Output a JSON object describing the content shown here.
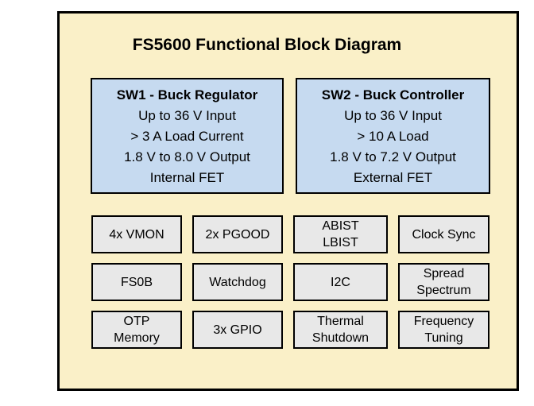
{
  "diagram": {
    "title": "FS5600 Functional Block Diagram",
    "colors": {
      "page_background": "#FFFFFF",
      "panel_fill": "#FAF0C8",
      "regulator_fill": "#C6DAF0",
      "feature_fill": "#E8E8E8",
      "border": "#000000",
      "text": "#000000"
    },
    "regulators": [
      {
        "title": "SW1 - Buck Regulator",
        "lines": [
          "Up to 36 V Input",
          "> 3 A Load Current",
          "1.8 V to 8.0 V Output",
          "Internal FET"
        ]
      },
      {
        "title": "SW2 - Buck Controller",
        "lines": [
          "Up to 36 V Input",
          "> 10 A Load",
          "1.8 V to 7.2 V Output",
          "External FET"
        ]
      }
    ],
    "features": [
      [
        "4x VMON",
        "2x PGOOD",
        "ABIST\nLBIST",
        "Clock Sync"
      ],
      [
        "FS0B",
        "Watchdog",
        "I2C",
        "Spread\nSpectrum"
      ],
      [
        "OTP\nMemory",
        "3x GPIO",
        "Thermal\nShutdown",
        "Frequency\nTuning"
      ]
    ]
  }
}
